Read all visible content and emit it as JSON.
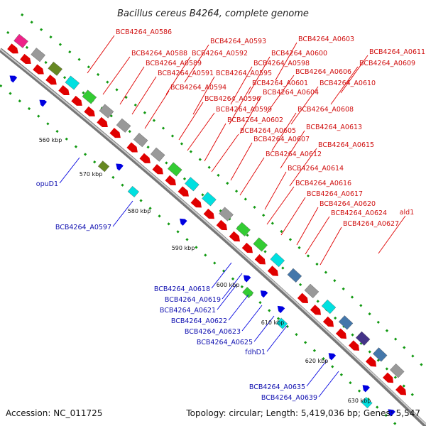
{
  "title": "Bacillus cereus B4264, complete genome",
  "footer": {
    "accession": "Accession: NC_011725",
    "stats": "Topology: circular; Length: 5,419,036 bp; Genes: 5,547"
  },
  "ticks": [
    "560 kbp",
    "570 kbp",
    "580 kbp",
    "590 kbp",
    "600 kbp",
    "610 kbp",
    "620 kbp",
    "630 kbp"
  ],
  "forward_labels": [
    "BCB4264_A0586",
    "BCB4264_A0593",
    "BCB4264_A0603",
    "BCB4264_A0588",
    "BCB4264_A0592",
    "BCB4264_A0600",
    "BCB4264_A0611",
    "BCB4264_A0589",
    "BCB4264_A0598",
    "BCB4264_A0609",
    "BCB4264_A0591",
    "BCB4264_A0595",
    "BCB4264_A0606",
    "BCB4264_A0594",
    "BCB4264_A0601",
    "BCB4264_A0610",
    "BCB4264_A0596",
    "BCB4264_A0604",
    "BCB4264_A0599",
    "BCB4264_A0608",
    "BCB4264_A0602",
    "BCB4264_A0605",
    "BCB4264_A0613",
    "BCB4264_A0607",
    "BCB4264_A0615",
    "BCB4264_A0612",
    "BCB4264_A0614",
    "BCB4264_A0616",
    "BCB4264_A0617",
    "BCB4264_A0620",
    "ald1",
    "BCB4264_A0624",
    "BCB4264_A0627"
  ],
  "reverse_labels": [
    "opuD1",
    "BCB4264_A0597",
    "BCB4264_A0618",
    "BCB4264_A0619",
    "BCB4264_A0621",
    "BCB4264_A0622",
    "BCB4264_A0623",
    "BCB4264_A0625",
    "fdhD1",
    "BCB4264_A0635",
    "BCB4264_A0639"
  ],
  "colors": {
    "forward": "#e00000",
    "reverse": "#0000e0",
    "backbone": "#888888",
    "cog_green": "#33cc33",
    "cog_cyan": "#00e0e0",
    "cog_gray": "#999999",
    "cog_orange": "#ff9900",
    "cog_olive": "#668822",
    "cog_steel": "#4477aa",
    "cog_purple": "#443388",
    "cog_magenta": "#ee2288",
    "dots": "#119911"
  }
}
